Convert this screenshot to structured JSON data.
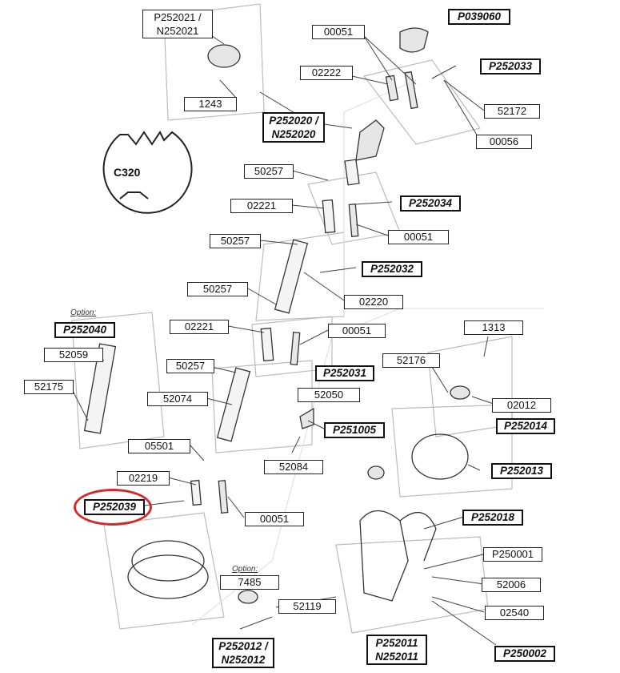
{
  "diagram": {
    "c320_text": "C320",
    "option_text": "Option:",
    "labels": [
      {
        "id": "P252021",
        "text": "P252021 / N252021",
        "bold": false
      },
      {
        "id": "1243",
        "text": "1243",
        "bold": false
      },
      {
        "id": "P039060",
        "text": "P039060",
        "bold": true
      },
      {
        "id": "00051a",
        "text": "00051",
        "bold": false
      },
      {
        "id": "02222",
        "text": "02222",
        "bold": false
      },
      {
        "id": "P252033",
        "text": "P252033",
        "bold": true
      },
      {
        "id": "52172",
        "text": "52172",
        "bold": false
      },
      {
        "id": "00056",
        "text": "00056",
        "bold": false
      },
      {
        "id": "P252020",
        "text": "P252020 / N252020",
        "bold": true
      },
      {
        "id": "50257a",
        "text": "50257",
        "bold": false
      },
      {
        "id": "02221a",
        "text": "02221",
        "bold": false
      },
      {
        "id": "P252034",
        "text": "P252034",
        "bold": true
      },
      {
        "id": "00051b",
        "text": "00051",
        "bold": false
      },
      {
        "id": "50257b",
        "text": "50257",
        "bold": false
      },
      {
        "id": "P252032",
        "text": "P252032",
        "bold": true
      },
      {
        "id": "50257c",
        "text": "50257",
        "bold": false
      },
      {
        "id": "02220",
        "text": "02220",
        "bold": false
      },
      {
        "id": "P252040",
        "text": "P252040",
        "bold": true
      },
      {
        "id": "02221b",
        "text": "02221",
        "bold": false
      },
      {
        "id": "00051c",
        "text": "00051",
        "bold": false
      },
      {
        "id": "1313",
        "text": "1313",
        "bold": false
      },
      {
        "id": "52059",
        "text": "52059",
        "bold": false
      },
      {
        "id": "52176",
        "text": "52176",
        "bold": false
      },
      {
        "id": "50257d",
        "text": "50257",
        "bold": false
      },
      {
        "id": "P252031",
        "text": "P252031",
        "bold": true
      },
      {
        "id": "52175",
        "text": "52175",
        "bold": false
      },
      {
        "id": "52050",
        "text": "52050",
        "bold": false
      },
      {
        "id": "02012",
        "text": "02012",
        "bold": false
      },
      {
        "id": "52074",
        "text": "52074",
        "bold": false
      },
      {
        "id": "P252014",
        "text": "P252014",
        "bold": true
      },
      {
        "id": "P251005",
        "text": "P251005",
        "bold": true
      },
      {
        "id": "05501",
        "text": "05501",
        "bold": false
      },
      {
        "id": "52084",
        "text": "52084",
        "bold": false
      },
      {
        "id": "P252013",
        "text": "P252013",
        "bold": true
      },
      {
        "id": "02219",
        "text": "02219",
        "bold": false
      },
      {
        "id": "P252039",
        "text": "P252039",
        "bold": true
      },
      {
        "id": "P252018",
        "text": "P252018",
        "bold": true
      },
      {
        "id": "00051d",
        "text": "00051",
        "bold": false
      },
      {
        "id": "P250001",
        "text": "P250001",
        "bold": false
      },
      {
        "id": "7485",
        "text": "7485",
        "bold": false
      },
      {
        "id": "52006",
        "text": "52006",
        "bold": false
      },
      {
        "id": "52119",
        "text": "52119",
        "bold": false
      },
      {
        "id": "02540",
        "text": "02540",
        "bold": false
      },
      {
        "id": "P252012",
        "text": "P252012 / N252012",
        "bold": true
      },
      {
        "id": "P252011",
        "text": "P252011 N252011",
        "bold": true
      },
      {
        "id": "P250002",
        "text": "P250002",
        "bold": true
      }
    ],
    "highlight_color": "#d42a2a"
  }
}
